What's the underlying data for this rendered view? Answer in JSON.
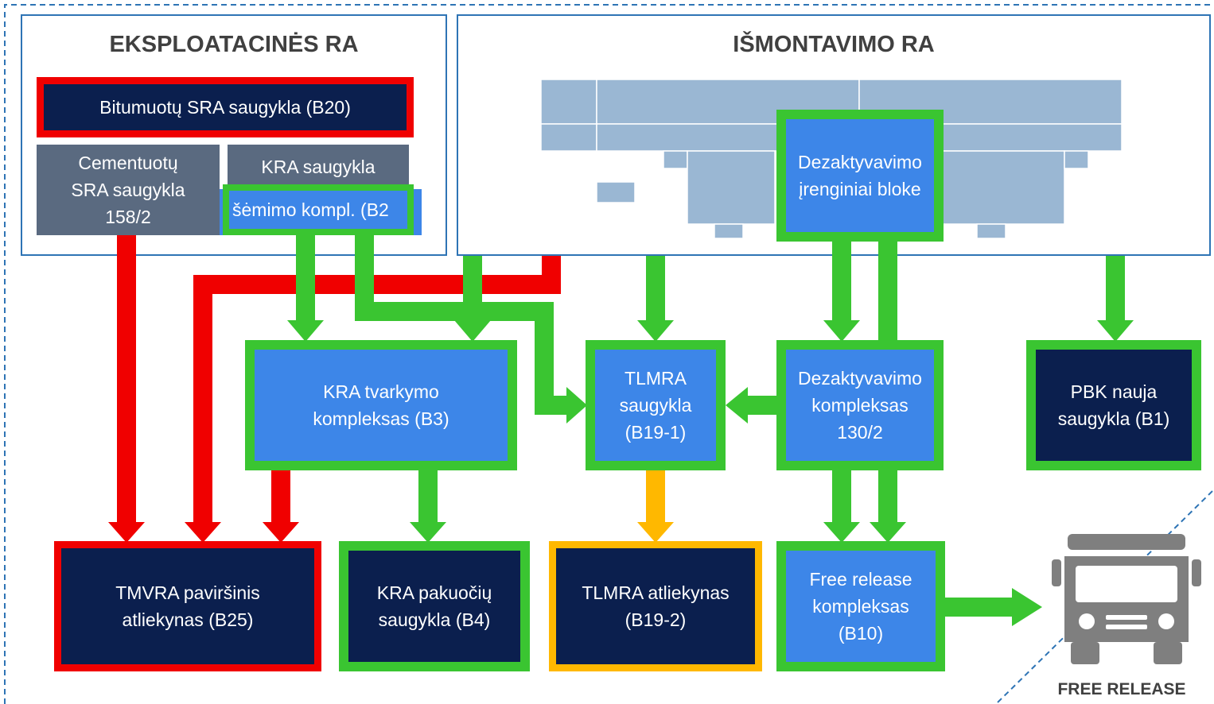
{
  "panels": {
    "operational": "EKSPLOATACINĖS RA",
    "dismantling": "IŠMONTAVIMO RA"
  },
  "nodes": {
    "b20": "Bitumuotų SRA saugykla (B20)",
    "cemented": "Cementuotų\nSRA saugykla\n158/2",
    "kra_storage": "KRA saugykla",
    "extraction": "šėmimo kompl. (B2",
    "decon_units": "Dezaktyvavimo\nįrenginiai bloke",
    "b3": "KRA tvarkymo\nkompleksas (B3)",
    "b19_1": "TLMRA\nsaugykla\n(B19-1)",
    "decon_130": "Dezaktyvavimo\nkompleksas\n130/2",
    "b1": "PBK nauja\nsaugykla (B1)",
    "b25": "TMVRA paviršinis\natliekynas (B25)",
    "b4": "KRA pakuočių\nsaugykla (B4)",
    "b19_2": "TLMRA atliekynas\n(B19-2)",
    "b10": "Free release\nkompleksas\n(B10)"
  },
  "free_release_label": "FREE RELEASE",
  "icons": {
    "truck": "truck-icon",
    "reactor": "reactor-building-icon"
  },
  "colors": {
    "flow_green": "#3ac531",
    "flow_red": "#f00000",
    "flow_orange": "#ffb800",
    "navy": "#0b1f4e",
    "blue": "#3d86e8",
    "slate": "#5a6a80",
    "panel_border": "#2e74b5",
    "reactor": "#9ab7d3",
    "truck": "#7f7f7f"
  }
}
